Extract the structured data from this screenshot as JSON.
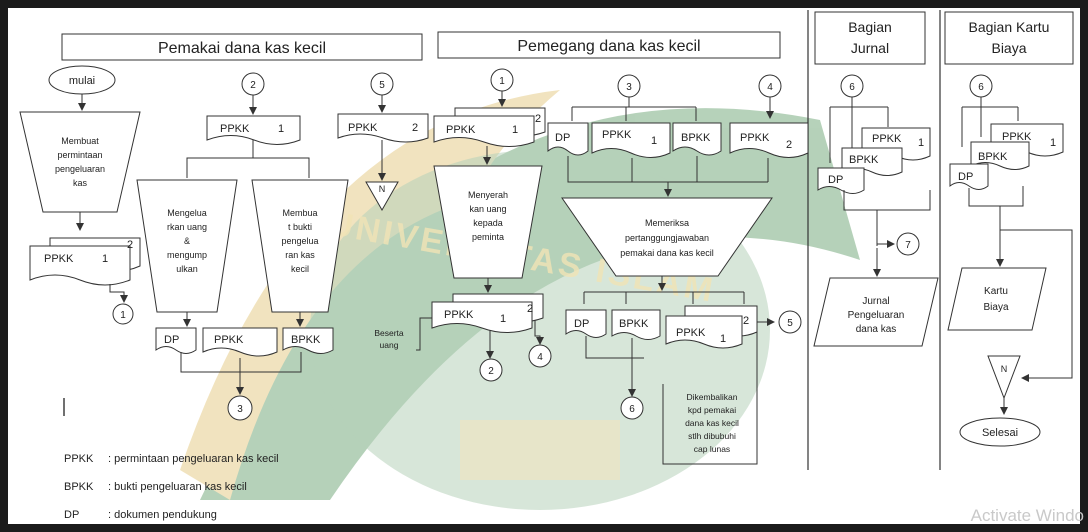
{
  "watermark": {
    "text": "UNIVERSITAS ISLAM"
  },
  "headers": {
    "pemakai": "Pemakai dana kas kecil",
    "pemegang": "Pemegang dana kas kecil",
    "jurnal_1": "Bagian",
    "jurnal_2": "Jurnal",
    "kartu_1": "Bagian Kartu",
    "kartu_2": "Biaya"
  },
  "symbols": {
    "start": "mulai",
    "end": "Selesai",
    "n": "N",
    "ppkk": "PPKK",
    "bpkk": "BPKK",
    "dp": "DP",
    "one": "1",
    "two": "2"
  },
  "connectors": {
    "c1": "1",
    "c2": "2",
    "c3": "3",
    "c4": "4",
    "c5": "5",
    "c6": "6",
    "c7": "7"
  },
  "processes": {
    "p1": [
      "Membuat",
      "permintaan",
      "pengeluaran",
      "kas"
    ],
    "p2": [
      "Mengelua",
      "rkan uang",
      "&",
      "mengump",
      "ulkan"
    ],
    "p3": [
      "Membua",
      "t bukti",
      "pengelua",
      "ran kas",
      "kecil"
    ],
    "p4": [
      "Menyerah",
      "kan uang",
      "kepada",
      "peminta"
    ],
    "p5": [
      "Memeriksa",
      "pertanggungjawaban",
      "pemakai dana kas kecil"
    ]
  },
  "notes": {
    "beserta": [
      "Beserta",
      "uang"
    ],
    "dikembalikan": [
      "Dikembalikan",
      "kpd pemakai",
      "dana kas kecil",
      "stlh dibubuhi",
      "cap lunas"
    ]
  },
  "records": {
    "jurnal": [
      "Jurnal",
      "Pengeluaran",
      "dana kas"
    ],
    "kartu": [
      "Kartu",
      "Biaya"
    ]
  },
  "legend": [
    {
      "code": "PPKK",
      "desc": ": permintaan pengeluaran kas kecil"
    },
    {
      "code": "BPKK",
      "desc": ": bukti pengeluaran kas kecil"
    },
    {
      "code": "DP",
      "desc": ": dokumen pendukung"
    }
  ],
  "overlay": {
    "activate": "Activate Windo"
  },
  "colors": {
    "frame": "#1b1b1b",
    "line": "#333333",
    "watermark_green": "#2f7d3a",
    "watermark_gold": "#d8b24a"
  }
}
